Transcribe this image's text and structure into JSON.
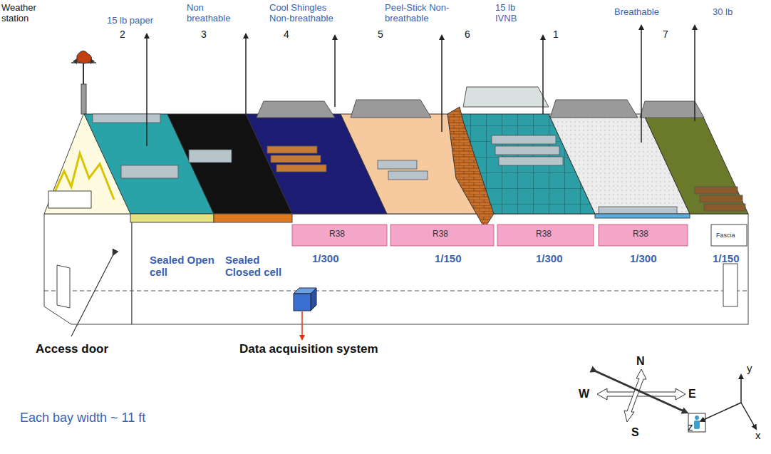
{
  "diagram": {
    "labels": [
      "Weather station",
      "15 lb paper",
      "Non breathable",
      "Cool Shingles Non-breathable",
      "Peel-Stick Non-breathable",
      "15 lb IVNB",
      "Breathable",
      "30 lb",
      "2",
      "3",
      "4",
      "5",
      "6",
      "1",
      "7",
      "R38",
      "R38",
      "R38",
      "R38",
      "Fascia",
      "Sealed Open cell",
      "Sealed Closed cell",
      "1/300",
      "1/150",
      "1/300",
      "1/300",
      "1/150",
      "Access door",
      "Data acquisition system",
      "Each bay width ~ 11 ft",
      "N",
      "W",
      "E",
      "S",
      "y",
      "z",
      "x"
    ]
  }
}
